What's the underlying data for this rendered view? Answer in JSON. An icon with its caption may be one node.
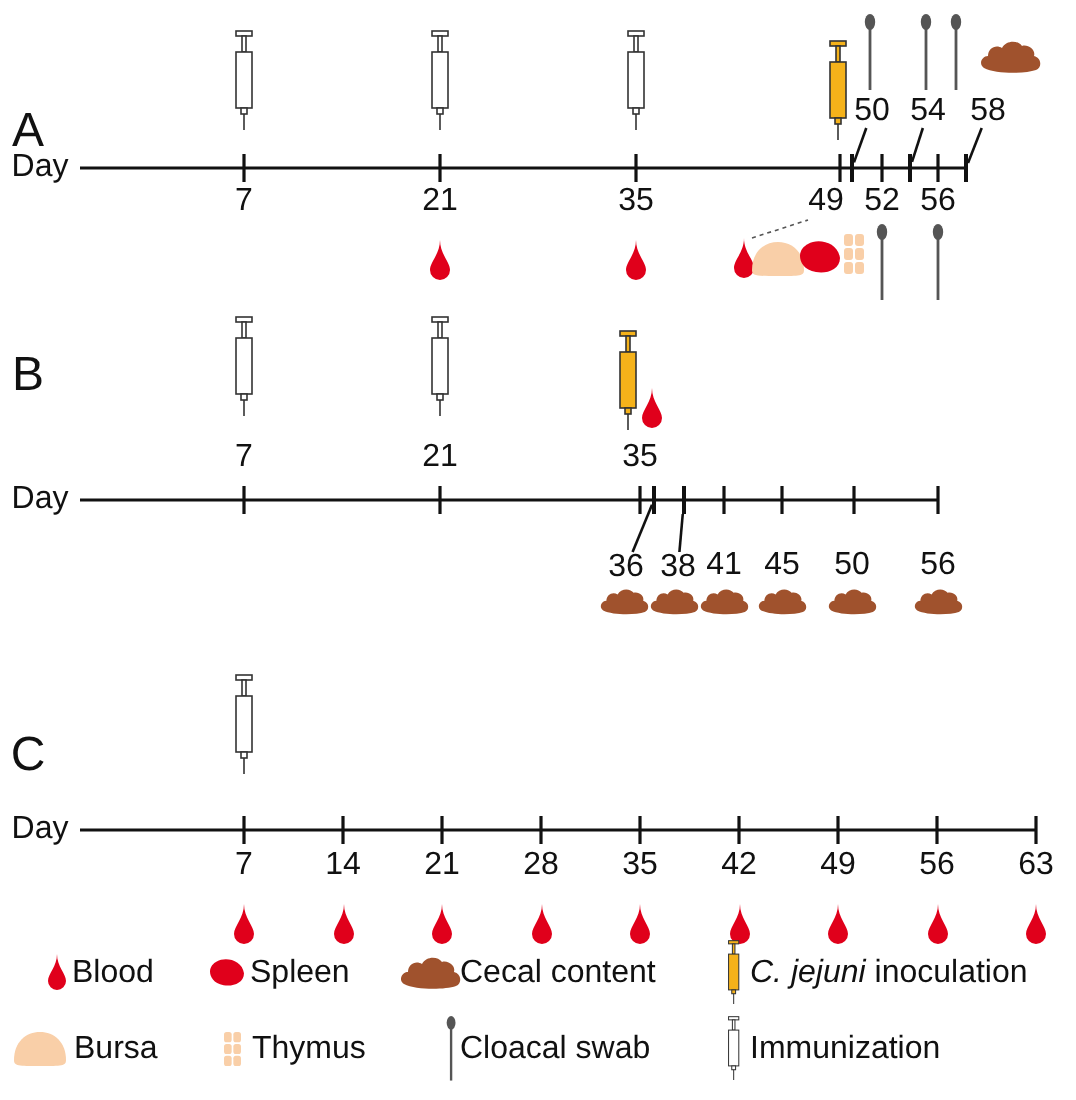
{
  "diagram": {
    "nodes": [
      {
        "text": [
          "50"
        ]
      },
      {
        "text": [
          "54"
        ]
      },
      {
        "text": [
          "58"
        ]
      },
      {
        "text": [],
        "shape": "bar"
      },
      {
        "text": [],
        "shape": "bar"
      },
      {
        "text": [],
        "shape": "bar"
      },
      {
        "text": [
          "36"
        ]
      },
      {
        "text": [
          "38"
        ]
      },
      {
        "text": [],
        "shape": "bar"
      },
      {
        "text": [],
        "shape": "bar"
      }
    ],
    "edges": [
      {
        "from": 0,
        "to": 3,
        "arrow": "none"
      },
      {
        "from": 1,
        "to": 4,
        "arrow": "none"
      },
      {
        "from": 2,
        "to": 5,
        "arrow": "none"
      },
      {
        "from": 6,
        "to": 8,
        "arrow": "none"
      },
      {
        "from": 7,
        "to": 9,
        "arrow": "none"
      }
    ],
    "labels": [
      "A",
      "Day",
      "7",
      "21",
      "35",
      "49",
      "52",
      "56",
      "B",
      "Day",
      "7",
      "21",
      "35",
      "41",
      "45",
      "50",
      "56",
      "C",
      "Day",
      "7",
      "14",
      "21",
      "28",
      "35",
      "42",
      "49",
      "56",
      "63"
    ],
    "legend": [
      {
        "text": "Blood"
      },
      {
        "text": "Spleen"
      },
      {
        "text": "Cecal content"
      },
      {
        "text": "*C. jejuni* inoculation"
      },
      {
        "text": "Bursa"
      },
      {
        "text": "Thymus"
      },
      {
        "text": "Cloacal swab"
      },
      {
        "text": "Immunization"
      }
    ]
  }
}
